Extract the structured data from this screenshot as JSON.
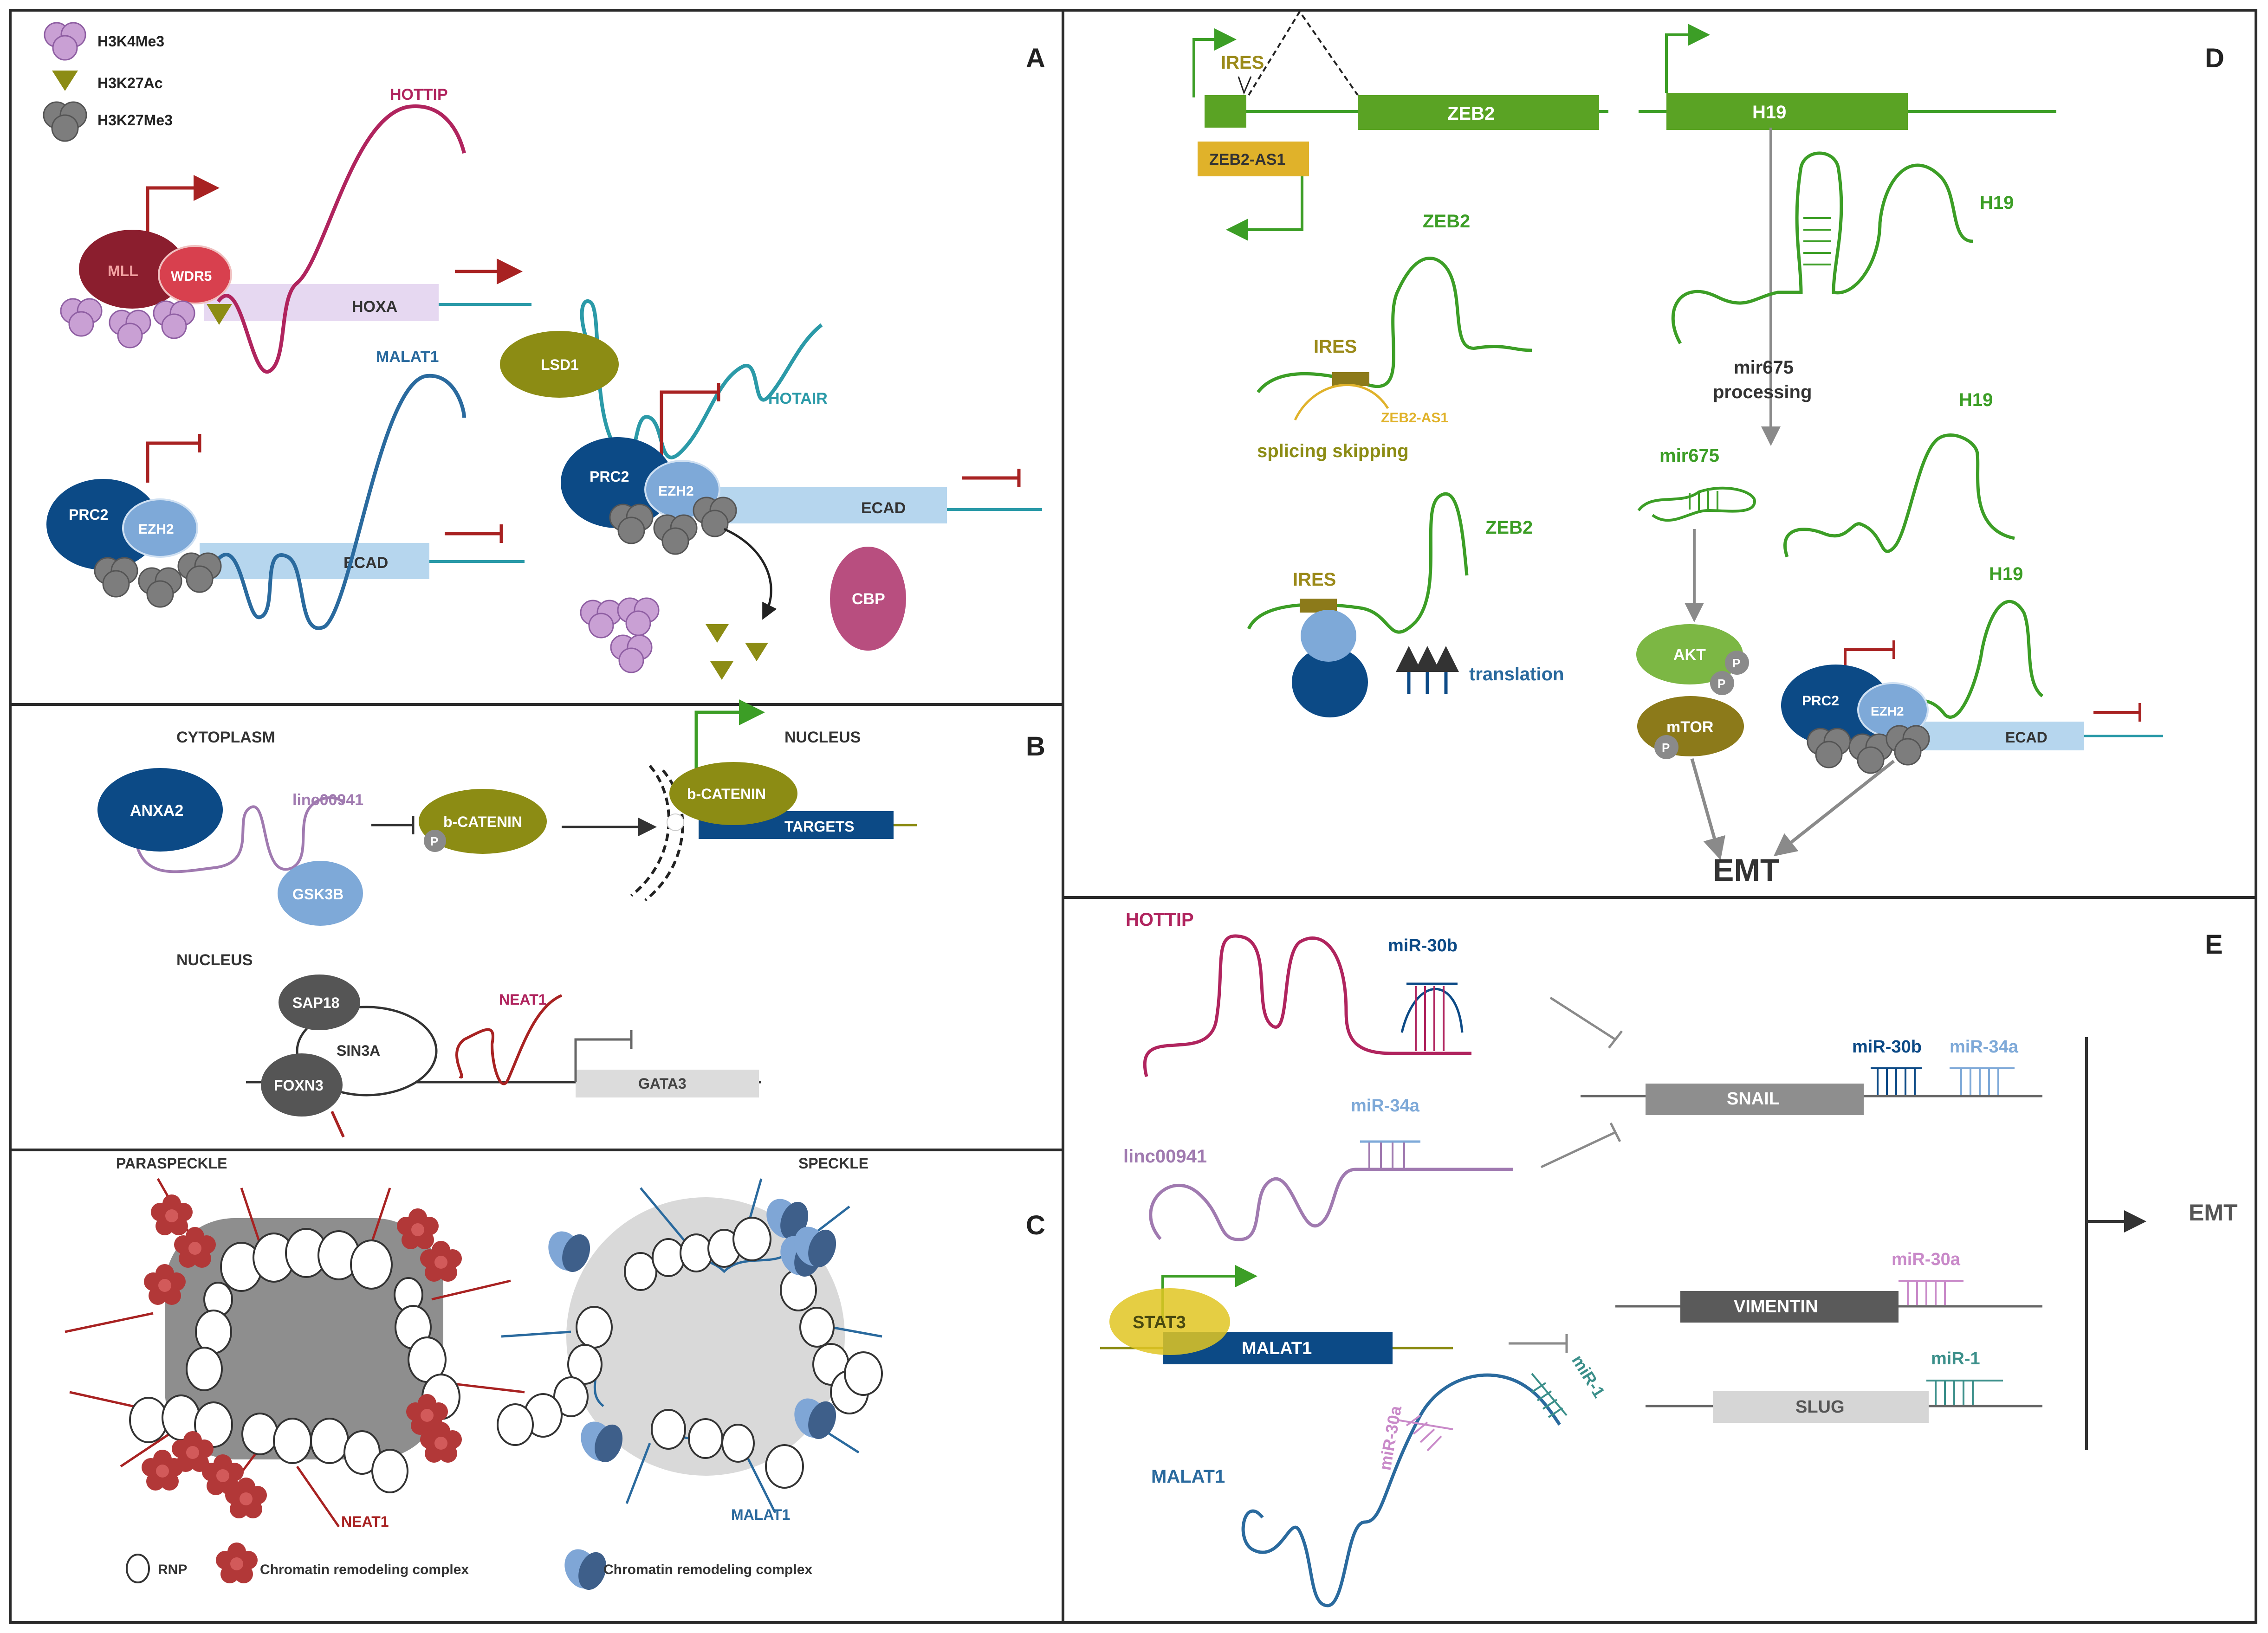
{
  "panels": {
    "a": {
      "letter": "A",
      "legend": [
        "H3K4Me3",
        "H3K27Ac",
        "H3K27Me3"
      ],
      "mll": "MLL",
      "wdr5": "WDR5",
      "hoxa": "HOXA",
      "hottip": "HOTTIP",
      "malat1": "MALAT1",
      "prc2": "PRC2",
      "ezh2": "EZH2",
      "ecad": "ECAD",
      "lsd1": "LSD1",
      "hotair": "HOTAIR",
      "cbp": "CBP"
    },
    "b": {
      "letter": "B",
      "cytoplasm": "CYTOPLASM",
      "nucleus": "NUCLEUS",
      "nucleus2": "NUCLEUS",
      "anxa2": "ANXA2",
      "linc": "linc00941",
      "gsk3b": "GSK3B",
      "bcatenin": "b-CATENIN",
      "bcatenin2": "b-CATENIN",
      "targets": "TARGETS",
      "p": "P",
      "sap18": "SAP18",
      "sin3a": "SIN3A",
      "foxn3": "FOXN3",
      "neat1": "NEAT1",
      "gata3": "GATA3"
    },
    "c": {
      "letter": "C",
      "paraspeckle": "PARASPECKLE",
      "speckle": "SPECKLE",
      "neat1": "NEAT1",
      "malat1": "MALAT1",
      "rnp": "RNP",
      "crc1": "Chromatin remodeling complex",
      "crc2": "Chromatin remodeling complex"
    },
    "d": {
      "letter": "D",
      "ires": "IRES",
      "ires2": "IRES",
      "ires3": "IRES",
      "zeb2gene": "ZEB2",
      "h19gene": "H19",
      "zeb2as1": "ZEB2-AS1",
      "zeb2as1b": "ZEB2-AS1",
      "zeb2a": "ZEB2",
      "zeb2b": "ZEB2",
      "splicing": "splicing skipping",
      "translation": "translation",
      "h19a": "H19",
      "h19b": "H19",
      "h19c": "H19",
      "mir675proc": "mir675",
      "processing": "processing",
      "mir675": "mir675",
      "akt": "AKT",
      "mtor": "mTOR",
      "p1": "P",
      "p2": "P",
      "p3": "P",
      "prc2": "PRC2",
      "ezh2": "EZH2",
      "ecad": "ECAD",
      "emt": "EMT"
    },
    "e": {
      "letter": "E",
      "hottip": "HOTTIP",
      "mir30b": "miR-30b",
      "linc": "linc00941",
      "mir34a": "miR-34a",
      "snail": "SNAIL",
      "mir30b2": "miR-30b",
      "mir34a2": "miR-34a",
      "stat3": "STAT3",
      "malat1box": "MALAT1",
      "malat1": "MALAT1",
      "mir30a": "miR-30a",
      "mir1": "miR-1",
      "vimentin": "VIMENTIN",
      "mir30a2": "miR-30a",
      "slug": "SLUG",
      "mir12": "miR-1",
      "emt": "EMT"
    }
  },
  "colors": {
    "hottip": "#b0245e",
    "malat1": "#2a6a9e",
    "hotair": "#2b9aa8",
    "green": "#3c9e26",
    "olive": "#8c8c14",
    "navy": "#0c4a86",
    "lightblue": "#a9cfea",
    "pink": "#c9a0d4",
    "red": "#a82222",
    "lilac": "#a07ab0",
    "teal": "#3b8f8a",
    "ireslabel": "#9b8a1a"
  }
}
